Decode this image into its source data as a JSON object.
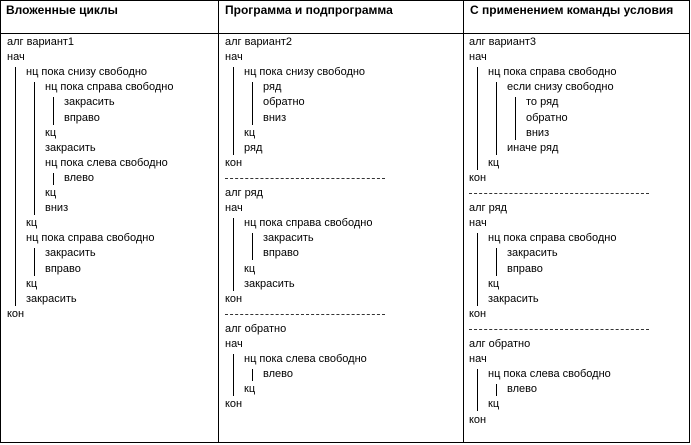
{
  "headers": {
    "col1": "Вложенные циклы",
    "col2": "Программа и подпрограмма",
    "col3": "С применением команды условия"
  },
  "col1": [
    {
      "text": "алг вариант1",
      "indent": 0
    },
    {
      "text": "нач",
      "indent": 0
    },
    {
      "text": "нц пока снизу свободно",
      "indent": 1
    },
    {
      "text": "нц пока справа свободно",
      "indent": 2
    },
    {
      "text": "закрасить",
      "indent": 3
    },
    {
      "text": "вправо",
      "indent": 3
    },
    {
      "text": "кц",
      "indent": 2
    },
    {
      "text": "закрасить",
      "indent": 2
    },
    {
      "text": "нц пока слева свободно",
      "indent": 2
    },
    {
      "text": "влево",
      "indent": 3
    },
    {
      "text": "кц",
      "indent": 2
    },
    {
      "text": "вниз",
      "indent": 2
    },
    {
      "text": "кц",
      "indent": 1
    },
    {
      "text": "нц пока справа свободно",
      "indent": 1
    },
    {
      "text": "закрасить",
      "indent": 2
    },
    {
      "text": "вправо",
      "indent": 2
    },
    {
      "text": "кц",
      "indent": 1
    },
    {
      "text": "закрасить",
      "indent": 1
    },
    {
      "text": "кон",
      "indent": 0
    }
  ],
  "col2": [
    {
      "text": "алг вариант2",
      "indent": 0
    },
    {
      "text": "нач",
      "indent": 0
    },
    {
      "text": "нц пока снизу свободно",
      "indent": 1
    },
    {
      "text": "ряд",
      "indent": 2
    },
    {
      "text": "обратно",
      "indent": 2
    },
    {
      "text": "вниз",
      "indent": 2
    },
    {
      "text": "кц",
      "indent": 1
    },
    {
      "text": "ряд",
      "indent": 1
    },
    {
      "text": "кон",
      "indent": 0
    },
    {
      "text": "",
      "indent": 0,
      "sep": true
    },
    {
      "text": "алг ряд",
      "indent": 0
    },
    {
      "text": "нач",
      "indent": 0
    },
    {
      "text": "нц пока справа свободно",
      "indent": 1
    },
    {
      "text": "закрасить",
      "indent": 2
    },
    {
      "text": "вправо",
      "indent": 2
    },
    {
      "text": "кц",
      "indent": 1
    },
    {
      "text": "закрасить",
      "indent": 1
    },
    {
      "text": "кон",
      "indent": 0
    },
    {
      "text": "",
      "indent": 0,
      "sep": true
    },
    {
      "text": "алг обратно",
      "indent": 0
    },
    {
      "text": "нач",
      "indent": 0
    },
    {
      "text": "нц пока слева свободно",
      "indent": 1
    },
    {
      "text": "влево",
      "indent": 2
    },
    {
      "text": "кц",
      "indent": 1
    },
    {
      "text": "кон",
      "indent": 0
    }
  ],
  "col3": [
    {
      "text": "алг вариант3",
      "indent": 0
    },
    {
      "text": "нач",
      "indent": 0
    },
    {
      "text": "нц пока справа свободно",
      "indent": 1
    },
    {
      "text": "если снизу свободно",
      "indent": 2
    },
    {
      "text": "то ряд",
      "indent": 3
    },
    {
      "text": "обратно",
      "indent": 3
    },
    {
      "text": "вниз",
      "indent": 3
    },
    {
      "text": "иначе ряд",
      "indent": 2
    },
    {
      "text": "кц",
      "indent": 1
    },
    {
      "text": "кон",
      "indent": 0
    },
    {
      "text": "",
      "indent": 0,
      "sep": true
    },
    {
      "text": "алг ряд",
      "indent": 0
    },
    {
      "text": "нач",
      "indent": 0
    },
    {
      "text": "нц пока справа свободно",
      "indent": 1
    },
    {
      "text": "закрасить",
      "indent": 2
    },
    {
      "text": "вправо",
      "indent": 2
    },
    {
      "text": "кц",
      "indent": 1
    },
    {
      "text": "закрасить",
      "indent": 1
    },
    {
      "text": "кон",
      "indent": 0
    },
    {
      "text": "",
      "indent": 0,
      "sep": true
    },
    {
      "text": "алг обратно",
      "indent": 0
    },
    {
      "text": "нач",
      "indent": 0
    },
    {
      "text": "нц пока слева свободно",
      "indent": 1
    },
    {
      "text": "влево",
      "indent": 2
    },
    {
      "text": "кц",
      "indent": 1
    },
    {
      "text": "кон",
      "indent": 0
    }
  ]
}
